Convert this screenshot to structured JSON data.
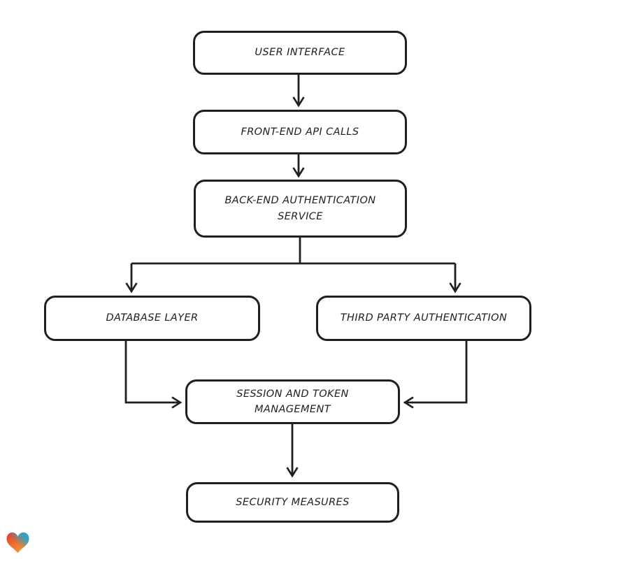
{
  "canvas": {
    "background": "#ffffff"
  },
  "theme": {
    "stroke": "#1f1f1f",
    "node-fill": "#ffffff",
    "logo-red": "#e5332d",
    "logo-orange": "#f59a32",
    "logo-teal": "#2ba6c9"
  },
  "diagram": {
    "type": "flowchart",
    "nodes": [
      {
        "id": "user-interface",
        "label": "USER INTERFACE"
      },
      {
        "id": "front-end-api-calls",
        "label": "FRONT-END API CALLS"
      },
      {
        "id": "back-end-authentication-service",
        "label": "BACK-END AUTHENTICATION SERVICE"
      },
      {
        "id": "database-layer",
        "label": "DATABASE LAYER"
      },
      {
        "id": "third-party-authentication",
        "label": "THIRD PARTY AUTHENTICATION"
      },
      {
        "id": "session-and-token-management",
        "label": "SESSION AND TOKEN MANAGEMENT"
      },
      {
        "id": "security-measures",
        "label": "SECURITY MEASURES"
      }
    ],
    "edges": [
      {
        "from": "user-interface",
        "to": "front-end-api-calls"
      },
      {
        "from": "front-end-api-calls",
        "to": "back-end-authentication-service"
      },
      {
        "from": "back-end-authentication-service",
        "to": "database-layer"
      },
      {
        "from": "back-end-authentication-service",
        "to": "third-party-authentication"
      },
      {
        "from": "database-layer",
        "to": "session-and-token-management"
      },
      {
        "from": "third-party-authentication",
        "to": "session-and-token-management"
      },
      {
        "from": "session-and-token-management",
        "to": "security-measures"
      }
    ]
  },
  "logo": {
    "name": "gradient-heart"
  }
}
